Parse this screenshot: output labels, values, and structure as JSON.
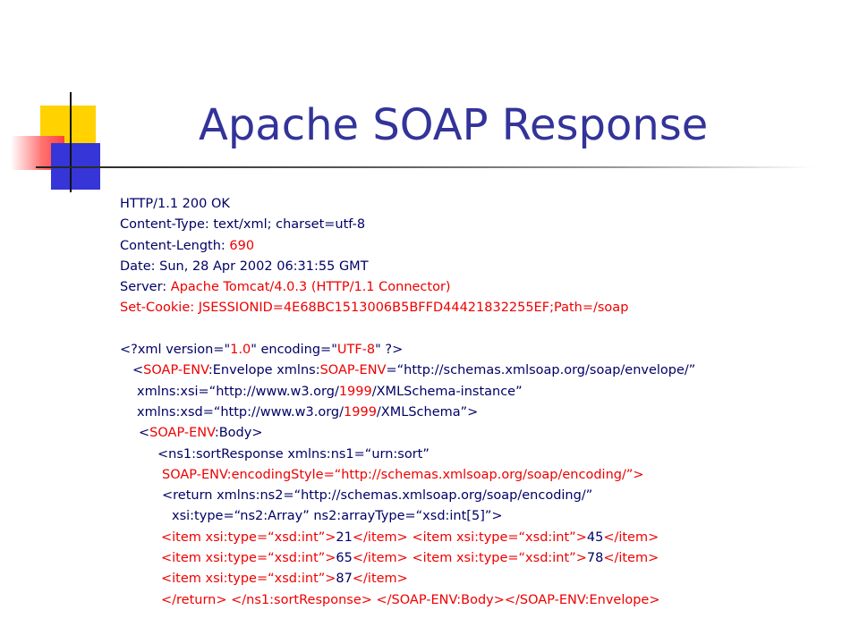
{
  "title": "Apache SOAP Response",
  "headers": {
    "status": "HTTP/1.1 200 OK",
    "content_type": "Content-Type: text/xml; charset=utf-8",
    "content_length_key": "Content-Length: ",
    "content_length_val": "690",
    "date": "Date: Sun, 28 Apr 2002 06:31:55 GMT",
    "server_key": "Server: ",
    "server_val": "Apache Tomcat/4.0.3 (HTTP/1.1 Connector)",
    "cookie": "Set-Cookie: JSESSIONID=4E68BC1513006B5BFFD44421832255EF;Path=/soap"
  },
  "xml": {
    "decl_open": "<?xml version=\"",
    "decl_ver": "1.0",
    "decl_mid": "\" encoding=\"",
    "decl_enc": "UTF-8",
    "decl_close": "\" ?>",
    "env_lt": "<",
    "env_ns1": "SOAP-ENV",
    "env_mid": ":Envelope xmlns:",
    "env_ns2": "SOAP-ENV",
    "env_end": "=“http://schemas.xmlsoap.org/soap/envelope/”",
    "xsi_pre": "xmlns:xsi=“http://www.w3.org/",
    "xsi_year": "1999",
    "xsi_post": "/XMLSchema-instance”",
    "xsd_pre": "xmlns:xsd=“http://www.w3.org/",
    "xsd_year": "1999",
    "xsd_post": "/XMLSchema”>",
    "body_lt": "<",
    "body_ns": "SOAP-ENV",
    "body_rest": ":Body>",
    "sort_open": "<ns1:sortResponse xmlns:ns1=“urn:sort”",
    "encoding_style": "SOAP-ENV:encodingStyle=“http://schemas.xmlsoap.org/soap/encoding/”>",
    "return_open": "<return xmlns:ns2=“http://schemas.xmlsoap.org/soap/encoding/”",
    "return_type": "xsi:type=“ns2:Array” ns2:arrayType=“xsd:int[5]”>",
    "item_open": "<item xsi:type=“xsd:int”>",
    "item_close": "</item>",
    "v1": "21",
    "v2": "45",
    "v3": "65",
    "v4": "78",
    "v5": "87",
    "closing_lt1": "</return>",
    "closing_lt2": "</ns1:sortResponse>",
    "closing_lt3": "</SOAP-ENV:Body>",
    "closing_lt4": "</SOAP-ENV:Envelope>"
  }
}
